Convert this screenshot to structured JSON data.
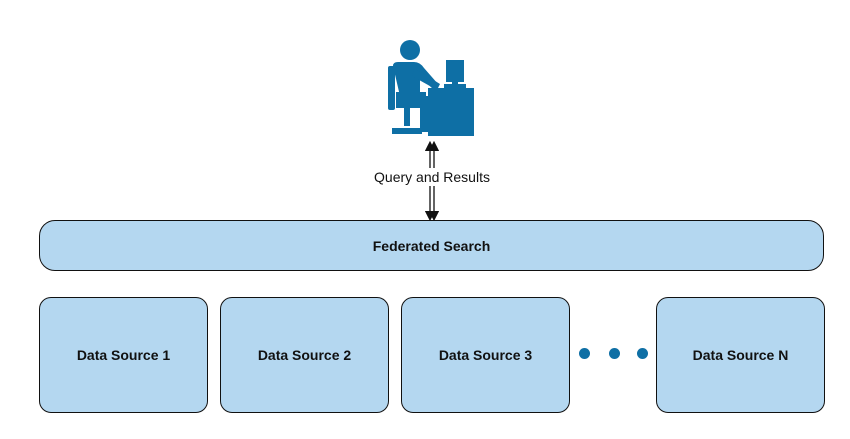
{
  "diagram": {
    "user_icon": "person-at-computer-icon",
    "accent_color": "#0e6fa5",
    "box_fill": "#b4d7f0",
    "edge_label": "Query and Results",
    "federated_label": "Federated Search",
    "sources": [
      {
        "label": "Data Source 1"
      },
      {
        "label": "Data Source 2"
      },
      {
        "label": "Data Source 3"
      },
      {
        "label": "Data Source N"
      }
    ],
    "ellipsis_count": 3
  }
}
